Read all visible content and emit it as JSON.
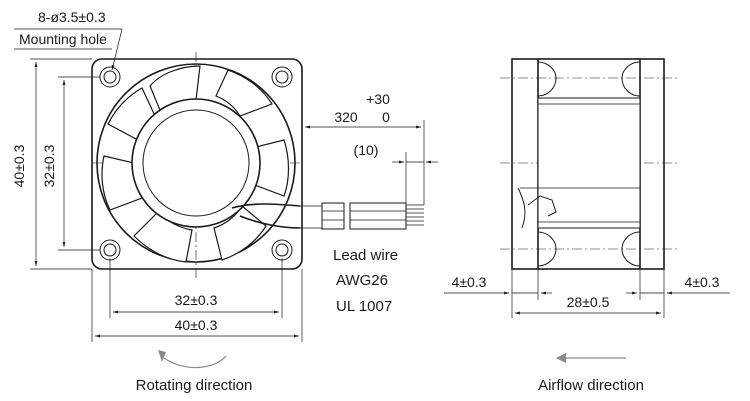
{
  "front_view": {
    "hole_spec": "8-ø3.5±0.3",
    "hole_label": "Mounting hole",
    "dim_height_outer": "40±0.3",
    "dim_height_pitch": "32±0.3",
    "dim_width_pitch": "32±0.3",
    "dim_width_outer": "40±0.3",
    "rotation_label": "Rotating direction"
  },
  "lead_wire": {
    "tol_plus": "+30",
    "length": "320",
    "tol_minus": "0",
    "strip_length": "(10)",
    "title": "Lead wire",
    "gauge": "AWG26",
    "standard": "UL 1007"
  },
  "side_view": {
    "dim_left": "4±0.3",
    "dim_total": "28±0.5",
    "dim_right": "4±0.3",
    "airflow_label": "Airflow direction"
  }
}
